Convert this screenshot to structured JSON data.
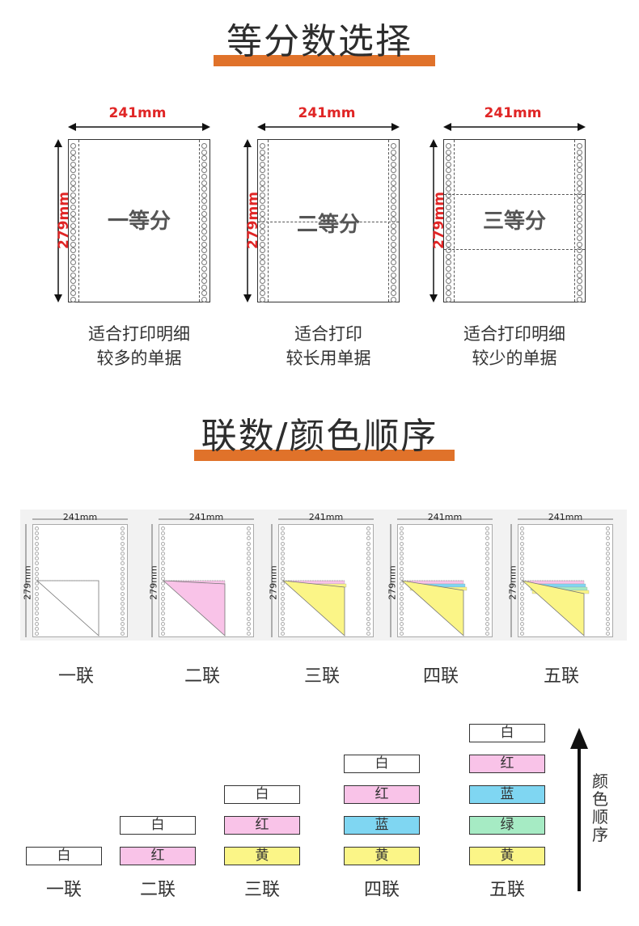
{
  "section1": {
    "title": "等分数选择"
  },
  "width_label": "241mm",
  "height_label": "279mm",
  "divisions": [
    {
      "label": "一等分",
      "desc_line1": "适合打印明细",
      "desc_line2": "较多的单据"
    },
    {
      "label": "二等分",
      "desc_line1": "适合打印",
      "desc_line2": "较长用单据"
    },
    {
      "label": "三等分",
      "desc_line1": "适合打印明细",
      "desc_line2": "较少的单据"
    }
  ],
  "section2": {
    "title": "联数/颜色顺序"
  },
  "plies": [
    {
      "name": "一联"
    },
    {
      "name": "二联"
    },
    {
      "name": "三联"
    },
    {
      "name": "四联"
    },
    {
      "name": "五联"
    }
  ],
  "colors": {
    "white": "#ffffff",
    "red": "#f9c3e8",
    "blue": "#7fd6f2",
    "green": "#a6ebc4",
    "yellow": "#fbf587",
    "accent": "#e0722a",
    "dimension": "#e02525"
  },
  "stacks": [
    {
      "name": "一联",
      "bars": [
        "白"
      ]
    },
    {
      "name": "二联",
      "bars": [
        "白",
        "红"
      ]
    },
    {
      "name": "三联",
      "bars": [
        "白",
        "红",
        "黄"
      ]
    },
    {
      "name": "四联",
      "bars": [
        "白",
        "红",
        "蓝",
        "黄"
      ]
    },
    {
      "name": "五联",
      "bars": [
        "白",
        "红",
        "蓝",
        "绿",
        "黄"
      ]
    }
  ],
  "order_label": "颜色顺序",
  "arrow_icon": "arrow-up-icon"
}
